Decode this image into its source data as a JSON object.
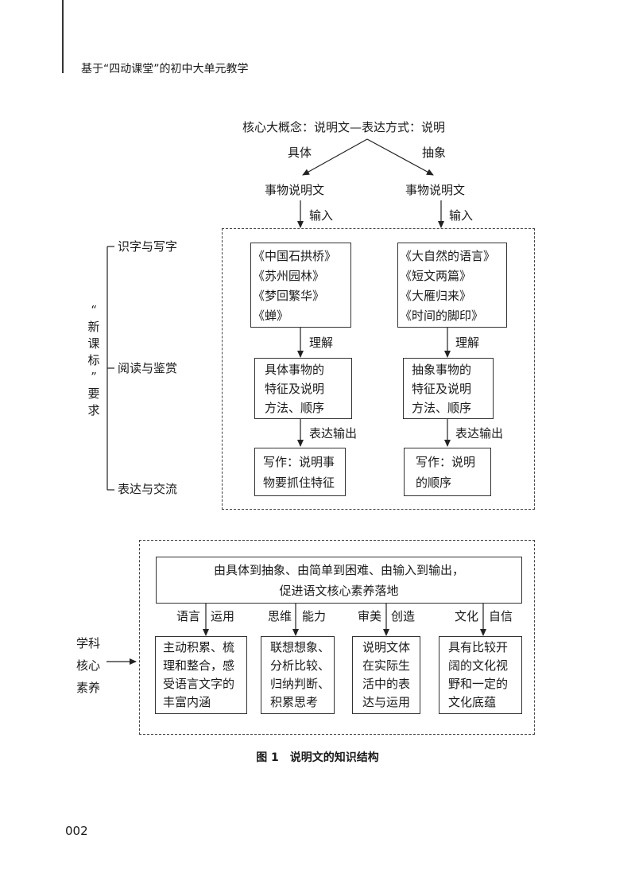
{
  "header": {
    "running_title": "基于“四动课堂”的初中大单元教学"
  },
  "page_number": "002",
  "figure": {
    "caption": "图 1　说明文的知识结构",
    "top_title": "核心大概念：说明文—表达方式：说明",
    "branch_left": "具体",
    "branch_right": "抽象",
    "left_type": "事物说明文",
    "right_type": "事物说明文",
    "input_label_left": "输入",
    "input_label_right": "输入",
    "standards": {
      "label": [
        "“",
        "新",
        "课",
        "标",
        "”",
        "要",
        "求"
      ],
      "items": [
        "识字与写字",
        "阅读与鉴赏",
        "表达与交流"
      ]
    },
    "left_texts": [
      "《中国石拱桥》",
      "《苏州园林》",
      "《梦回繁华》",
      "《蝉》"
    ],
    "right_texts": [
      "《大自然的语言》",
      "《短文两篇》",
      "《大雁归来》",
      "《时间的脚印》"
    ],
    "understand_left": "理解",
    "understand_right": "理解",
    "left_features": [
      "具体事物的",
      "特征及说明",
      "方法、顺序"
    ],
    "right_features": [
      "抽象事物的",
      "特征及说明",
      "方法、顺序"
    ],
    "express_left": "表达输出",
    "express_right": "表达输出",
    "left_writing": [
      "写作：说明事",
      "物要抓住特征"
    ],
    "right_writing": [
      "写作：说明",
      "的顺序"
    ],
    "core_top": [
      "由具体到抽象、由简单到困难、由输入到输出，",
      "促进语文核心素养落地"
    ],
    "literacy_label": [
      "学科",
      "核心",
      "素养"
    ],
    "competencies": [
      {
        "name_a": "语言",
        "name_b": "运用",
        "desc": [
          "主动积累、梳",
          "理和整合，感",
          "受语言文字的",
          "丰富内涵"
        ]
      },
      {
        "name_a": "思维",
        "name_b": "能力",
        "desc": [
          "联想想象、",
          "分析比较、",
          "归纳判断、",
          "积累思考"
        ]
      },
      {
        "name_a": "审美",
        "name_b": "创造",
        "desc": [
          "说明文体",
          "在实际生",
          "活中的表",
          "达与运用"
        ]
      },
      {
        "name_a": "文化",
        "name_b": "自信",
        "desc": [
          "具有比较开",
          "阔的文化视",
          "野和一定的",
          "文化底蕴"
        ]
      }
    ]
  }
}
